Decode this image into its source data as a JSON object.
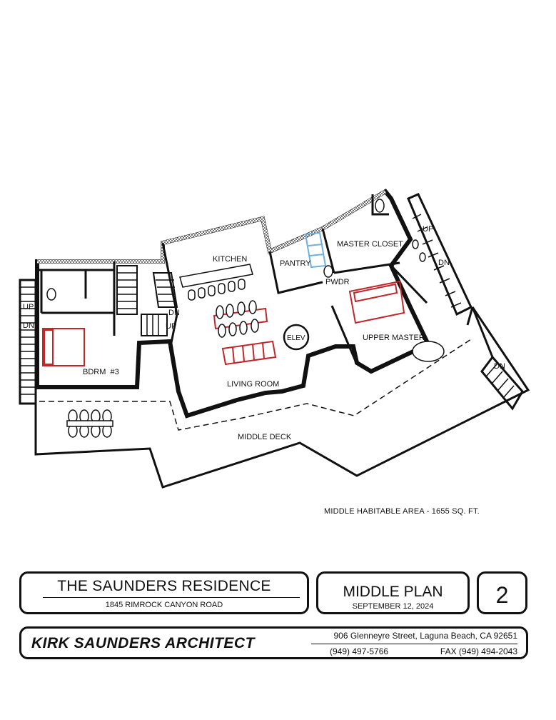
{
  "plan": {
    "rooms": {
      "kitchen": "KITCHEN",
      "pantry": "PANTRY",
      "master_closet": "MASTER CLOSET",
      "pwdr": "PWDR",
      "upper_master": "UPPER MASTER",
      "elev": "ELEV",
      "living_room": "LIVING ROOM",
      "bdrm3": "BDRM  #3",
      "middle_deck": "MIDDLE DECK"
    },
    "stairs": {
      "left_up": "UP",
      "left_dn": "DN",
      "center_dn": "DN",
      "center_up": "UP",
      "right_up": "UP",
      "right_dn": "DN",
      "deck_dn": "DN"
    },
    "area_note": "MIDDLE HABITABLE AREA - 1655 SQ. FT.",
    "colors": {
      "furniture": "#c0262a",
      "glass": "#6fb0e0",
      "walls": "#111111"
    }
  },
  "title_block": {
    "project_name": "THE SAUNDERS RESIDENCE",
    "address": "1845 RIMROCK CANYON ROAD",
    "sheet_title": "MIDDLE PLAN",
    "date": "SEPTEMBER 12, 2024",
    "sheet_number": "2",
    "firm_name": "KIRK SAUNDERS ARCHITECT",
    "firm_address": "906 Glenneyre Street, Laguna Beach, CA  92651",
    "phone": "(949) 497-5766",
    "fax": "FAX (949) 494-2043"
  }
}
